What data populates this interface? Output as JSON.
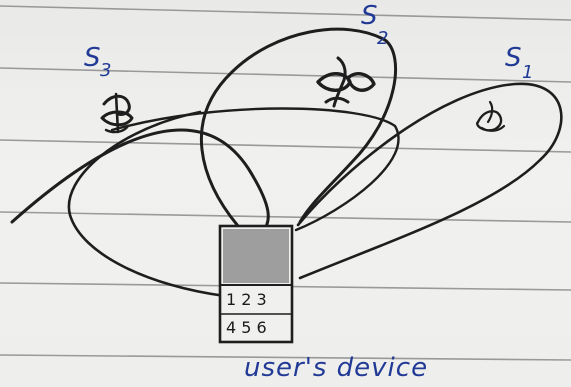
{
  "satellites": [
    {
      "id": "s3",
      "label": "S",
      "subscript": "3"
    },
    {
      "id": "s2",
      "label": "S",
      "subscript": "2"
    },
    {
      "id": "s1",
      "label": "S",
      "subscript": "1"
    }
  ],
  "device": {
    "keypad_rows": [
      "1 2 3",
      "4 5 6"
    ],
    "caption": "user's device"
  },
  "colors": {
    "paper": "#eeeeec",
    "rule_line": "#8b8b8b",
    "pencil": "#1e1e1e",
    "pen": "#213a96",
    "screen": "#8f8f8f"
  }
}
